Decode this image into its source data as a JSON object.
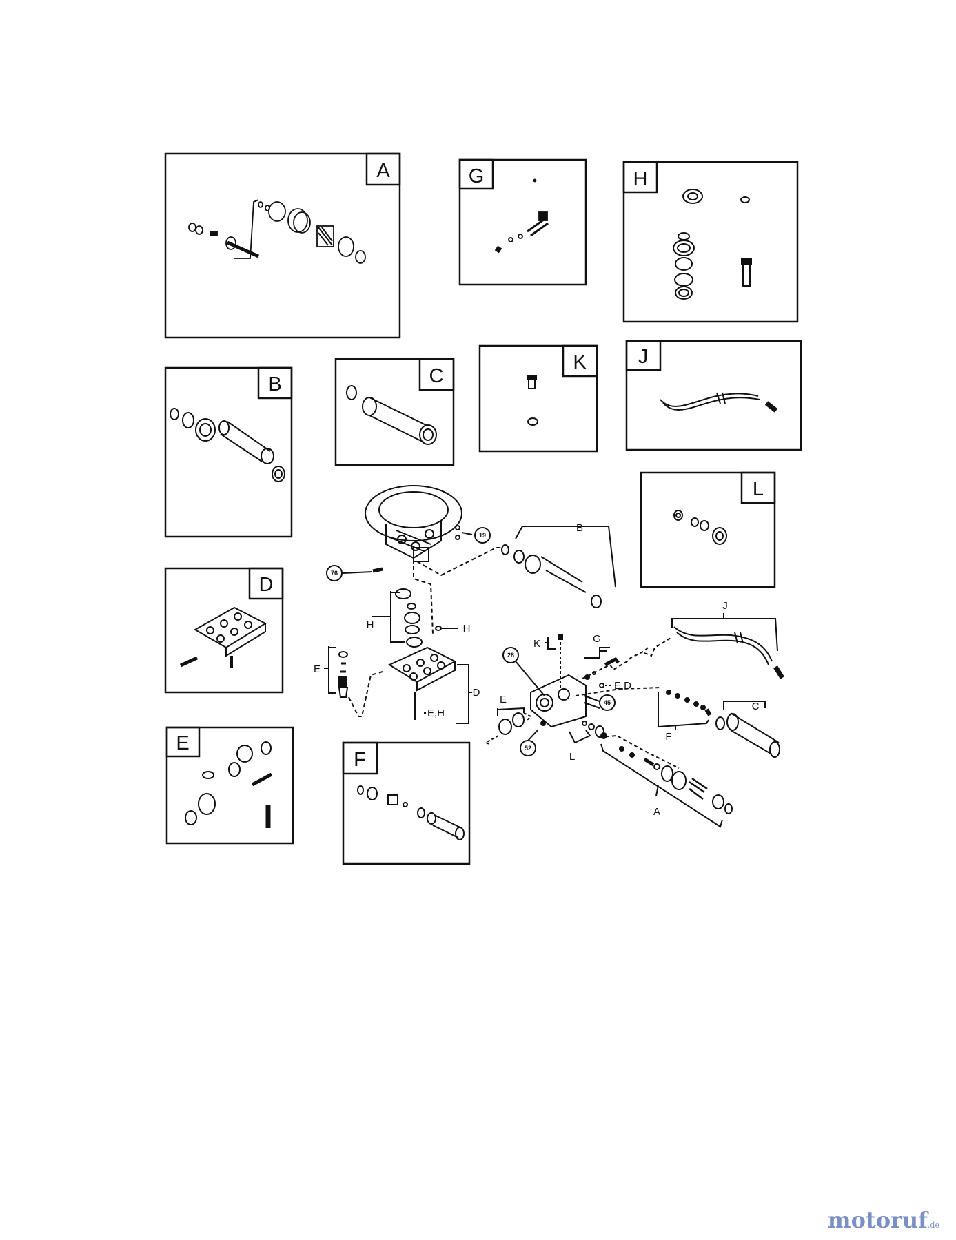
{
  "kits": {
    "a": "A",
    "b": "B",
    "c": "C",
    "d": "D",
    "e": "E",
    "f": "F",
    "g": "G",
    "h": "H",
    "j": "J",
    "k": "K",
    "l": "L"
  },
  "callouts": {
    "b": "B",
    "h1": "H",
    "h2": "H",
    "e_left": "E",
    "d": "D",
    "e_d": "E,D",
    "e_h": "E,H",
    "k": "K",
    "g": "G",
    "j": "J",
    "c": "C",
    "f": "F",
    "e_small": "E",
    "l": "L",
    "a": "A"
  },
  "parts": {
    "p19": "19",
    "p76": "76",
    "p28": "28",
    "p45": "45",
    "p52": "52"
  },
  "watermark": {
    "name": "motoruf",
    "tld": ".de"
  },
  "colors": {
    "line": "#111111",
    "background": "#ffffff"
  }
}
